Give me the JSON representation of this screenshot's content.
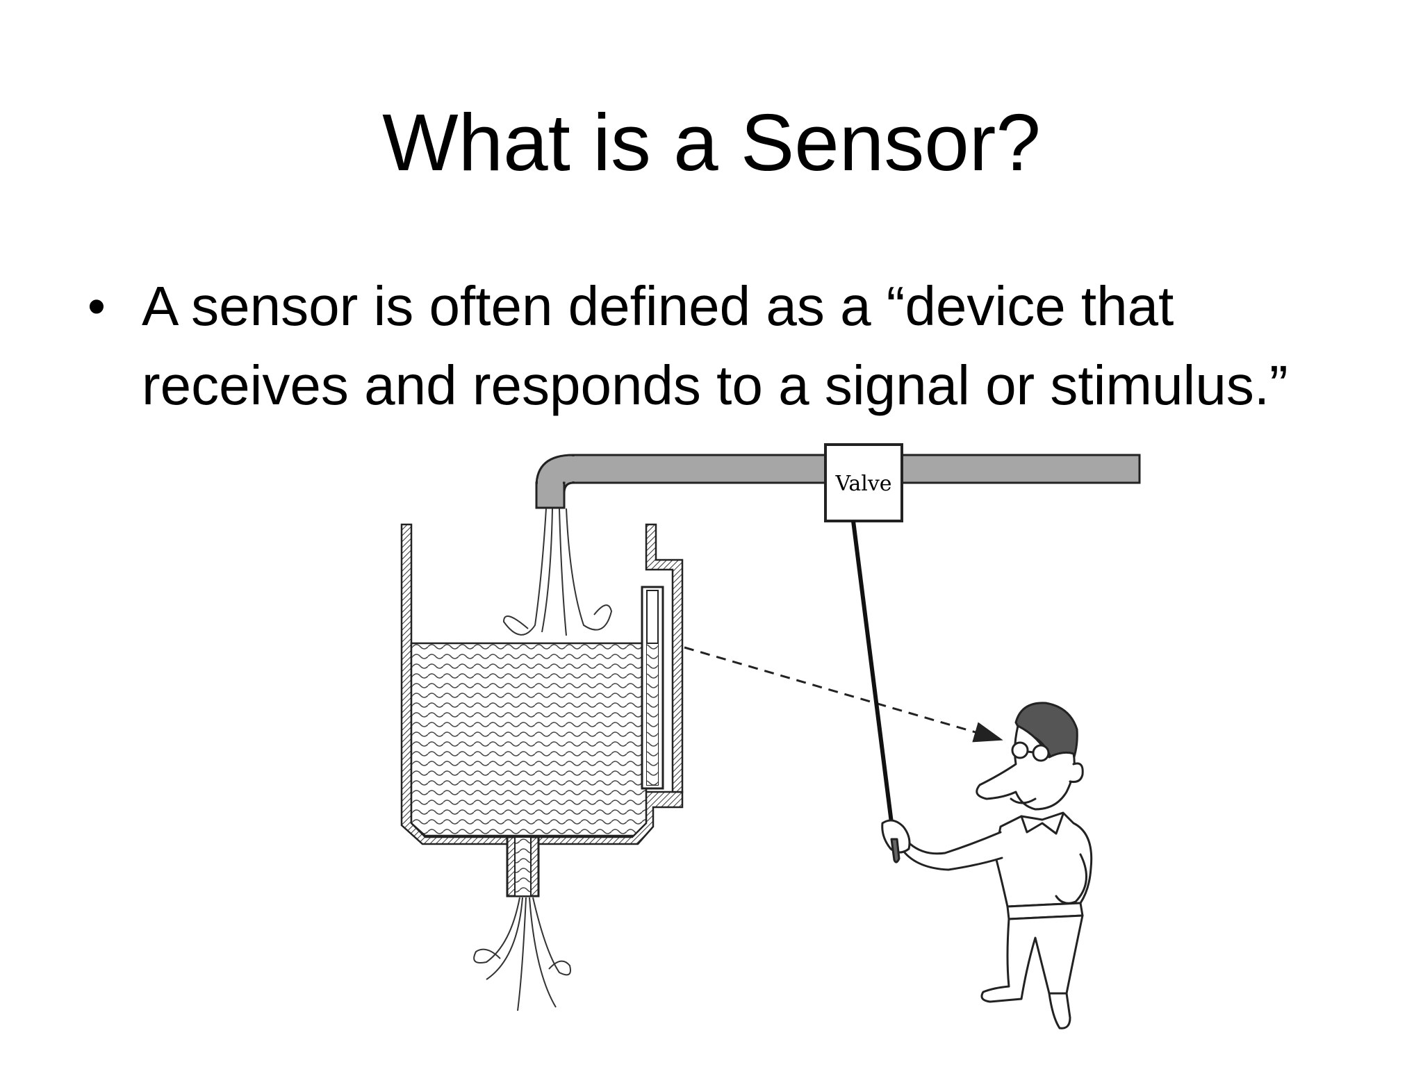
{
  "slide": {
    "title": "What is a Sensor?",
    "bullets": [
      {
        "lines": [
          "A sensor is often defined as a “device that",
          "receives and responds to a signal or stimulus.”"
        ]
      }
    ],
    "figure": {
      "valve_label": "Valve"
    }
  }
}
